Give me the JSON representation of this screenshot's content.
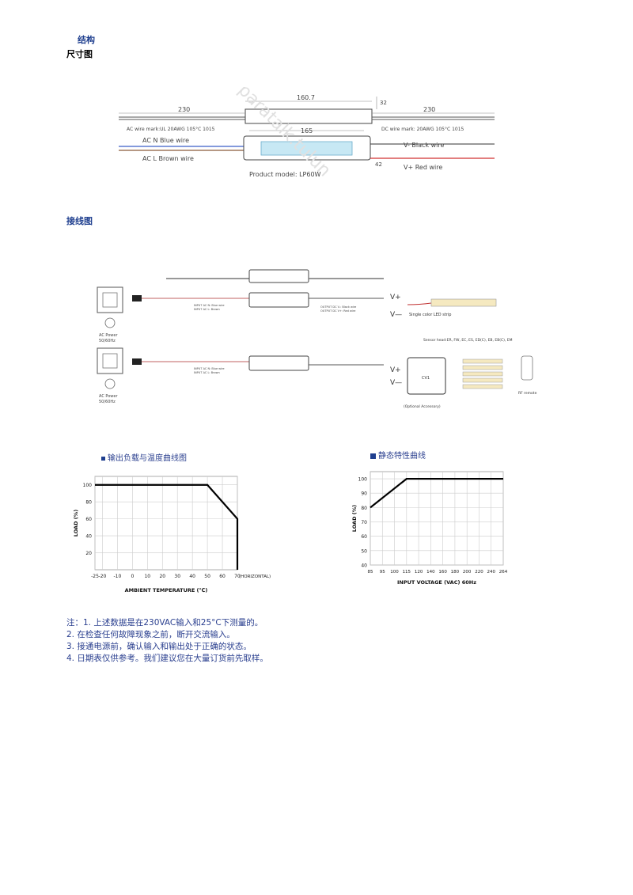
{
  "section_structure": {
    "title": "结构",
    "subtitle": "尺寸图"
  },
  "dimension_drawing": {
    "len_left": "230",
    "len_body": "160.7",
    "len_right": "230",
    "height_top": "32",
    "body_width": "165",
    "height_side": "42",
    "ac_wire_mark": "AC wire mark:UL 20AWG 105°C 1015",
    "dc_wire_mark": "DC wire mark: 20AWG 105°C 1015",
    "ac_n": "AC N  Blue wire",
    "ac_l": "AC L  Brown wire",
    "v_minus": "V-  Black wire",
    "v_plus": "V+  Red wire",
    "product_model": "Product model: LP60W",
    "watermark": "paratalk.tulun"
  },
  "section_wiring": {
    "title": "接线图"
  },
  "wiring_diagram": {
    "ac_power_1": "AC Power",
    "ac_freq_1": "50/60Hz",
    "ac_power_2": "AC Power",
    "ac_freq_2": "50/60Hz",
    "input_label_a": "INPUT AC N: Blue wire",
    "input_label_b": "INPUT AC L: Brown",
    "output_label_a": "OUTPUT DC V-: Black wire",
    "output_label_b": "OUTPUT DC V+: Red wire",
    "vplus": "V+",
    "vminus": "V—",
    "led_strip": "Single color LED strip",
    "sensor_head": "Sensor head:ER, FW, EC, ES, ED(C), EB, EB(C), EM",
    "optional_accessory": "(Optional Accessory)",
    "rf_remote": "RF remote",
    "cv": "CV1"
  },
  "chart_left_title": "输出负载与温度曲线图",
  "chart_right_title": "静态特性曲线",
  "chart_data": [
    {
      "type": "line",
      "title": "输出负载与温度曲线图",
      "xlabel": "AMBIENT TEMPERATURE (℃)",
      "ylabel": "LOAD (%)",
      "x_ticks": [
        "-25",
        "-20",
        "-10",
        "0",
        "10",
        "20",
        "30",
        "40",
        "50",
        "60",
        "70"
      ],
      "x_extra_label": "(HORIZONTAL)",
      "y_ticks": [
        "20",
        "40",
        "60",
        "80",
        "100"
      ],
      "xlim": [
        -25,
        70
      ],
      "ylim": [
        0,
        110
      ],
      "series": [
        {
          "x": [
            -25,
            50,
            70,
            70
          ],
          "y": [
            100,
            100,
            60,
            0
          ]
        }
      ],
      "grid": true
    },
    {
      "type": "line",
      "title": "静态特性曲线",
      "xlabel": "INPUT VOLTAGE (VAC) 60Hz",
      "ylabel": "LOAD (%)",
      "x_ticks": [
        "85",
        "95",
        "100",
        "115",
        "120",
        "140",
        "160",
        "180",
        "200",
        "220",
        "240",
        "264"
      ],
      "y_ticks": [
        "40",
        "50",
        "60",
        "70",
        "80",
        "90",
        "100"
      ],
      "xlim": [
        85,
        264
      ],
      "ylim": [
        40,
        105
      ],
      "series": [
        {
          "x": [
            85,
            115,
            264
          ],
          "y": [
            80,
            100,
            100
          ]
        }
      ],
      "grid": true
    }
  ],
  "notes": {
    "line1_prefix": "注：",
    "line1_num": "1.",
    "line1_a": " 上述数据是在",
    "line1_v": "230VAC",
    "line1_b": "输入和",
    "line1_t": "25°C",
    "line1_c": "下测量的。",
    "line2_num": "2.",
    "line2": " 在检查任何故障现象之前，断开交流输入。",
    "line3_num": "3.",
    "line3": " 接通电源前，确认输入和输出处于正确的状态。",
    "line4_num": "4.",
    "line4": " 日期表仅供参考。我们建议您在大量订货前先取样。"
  }
}
